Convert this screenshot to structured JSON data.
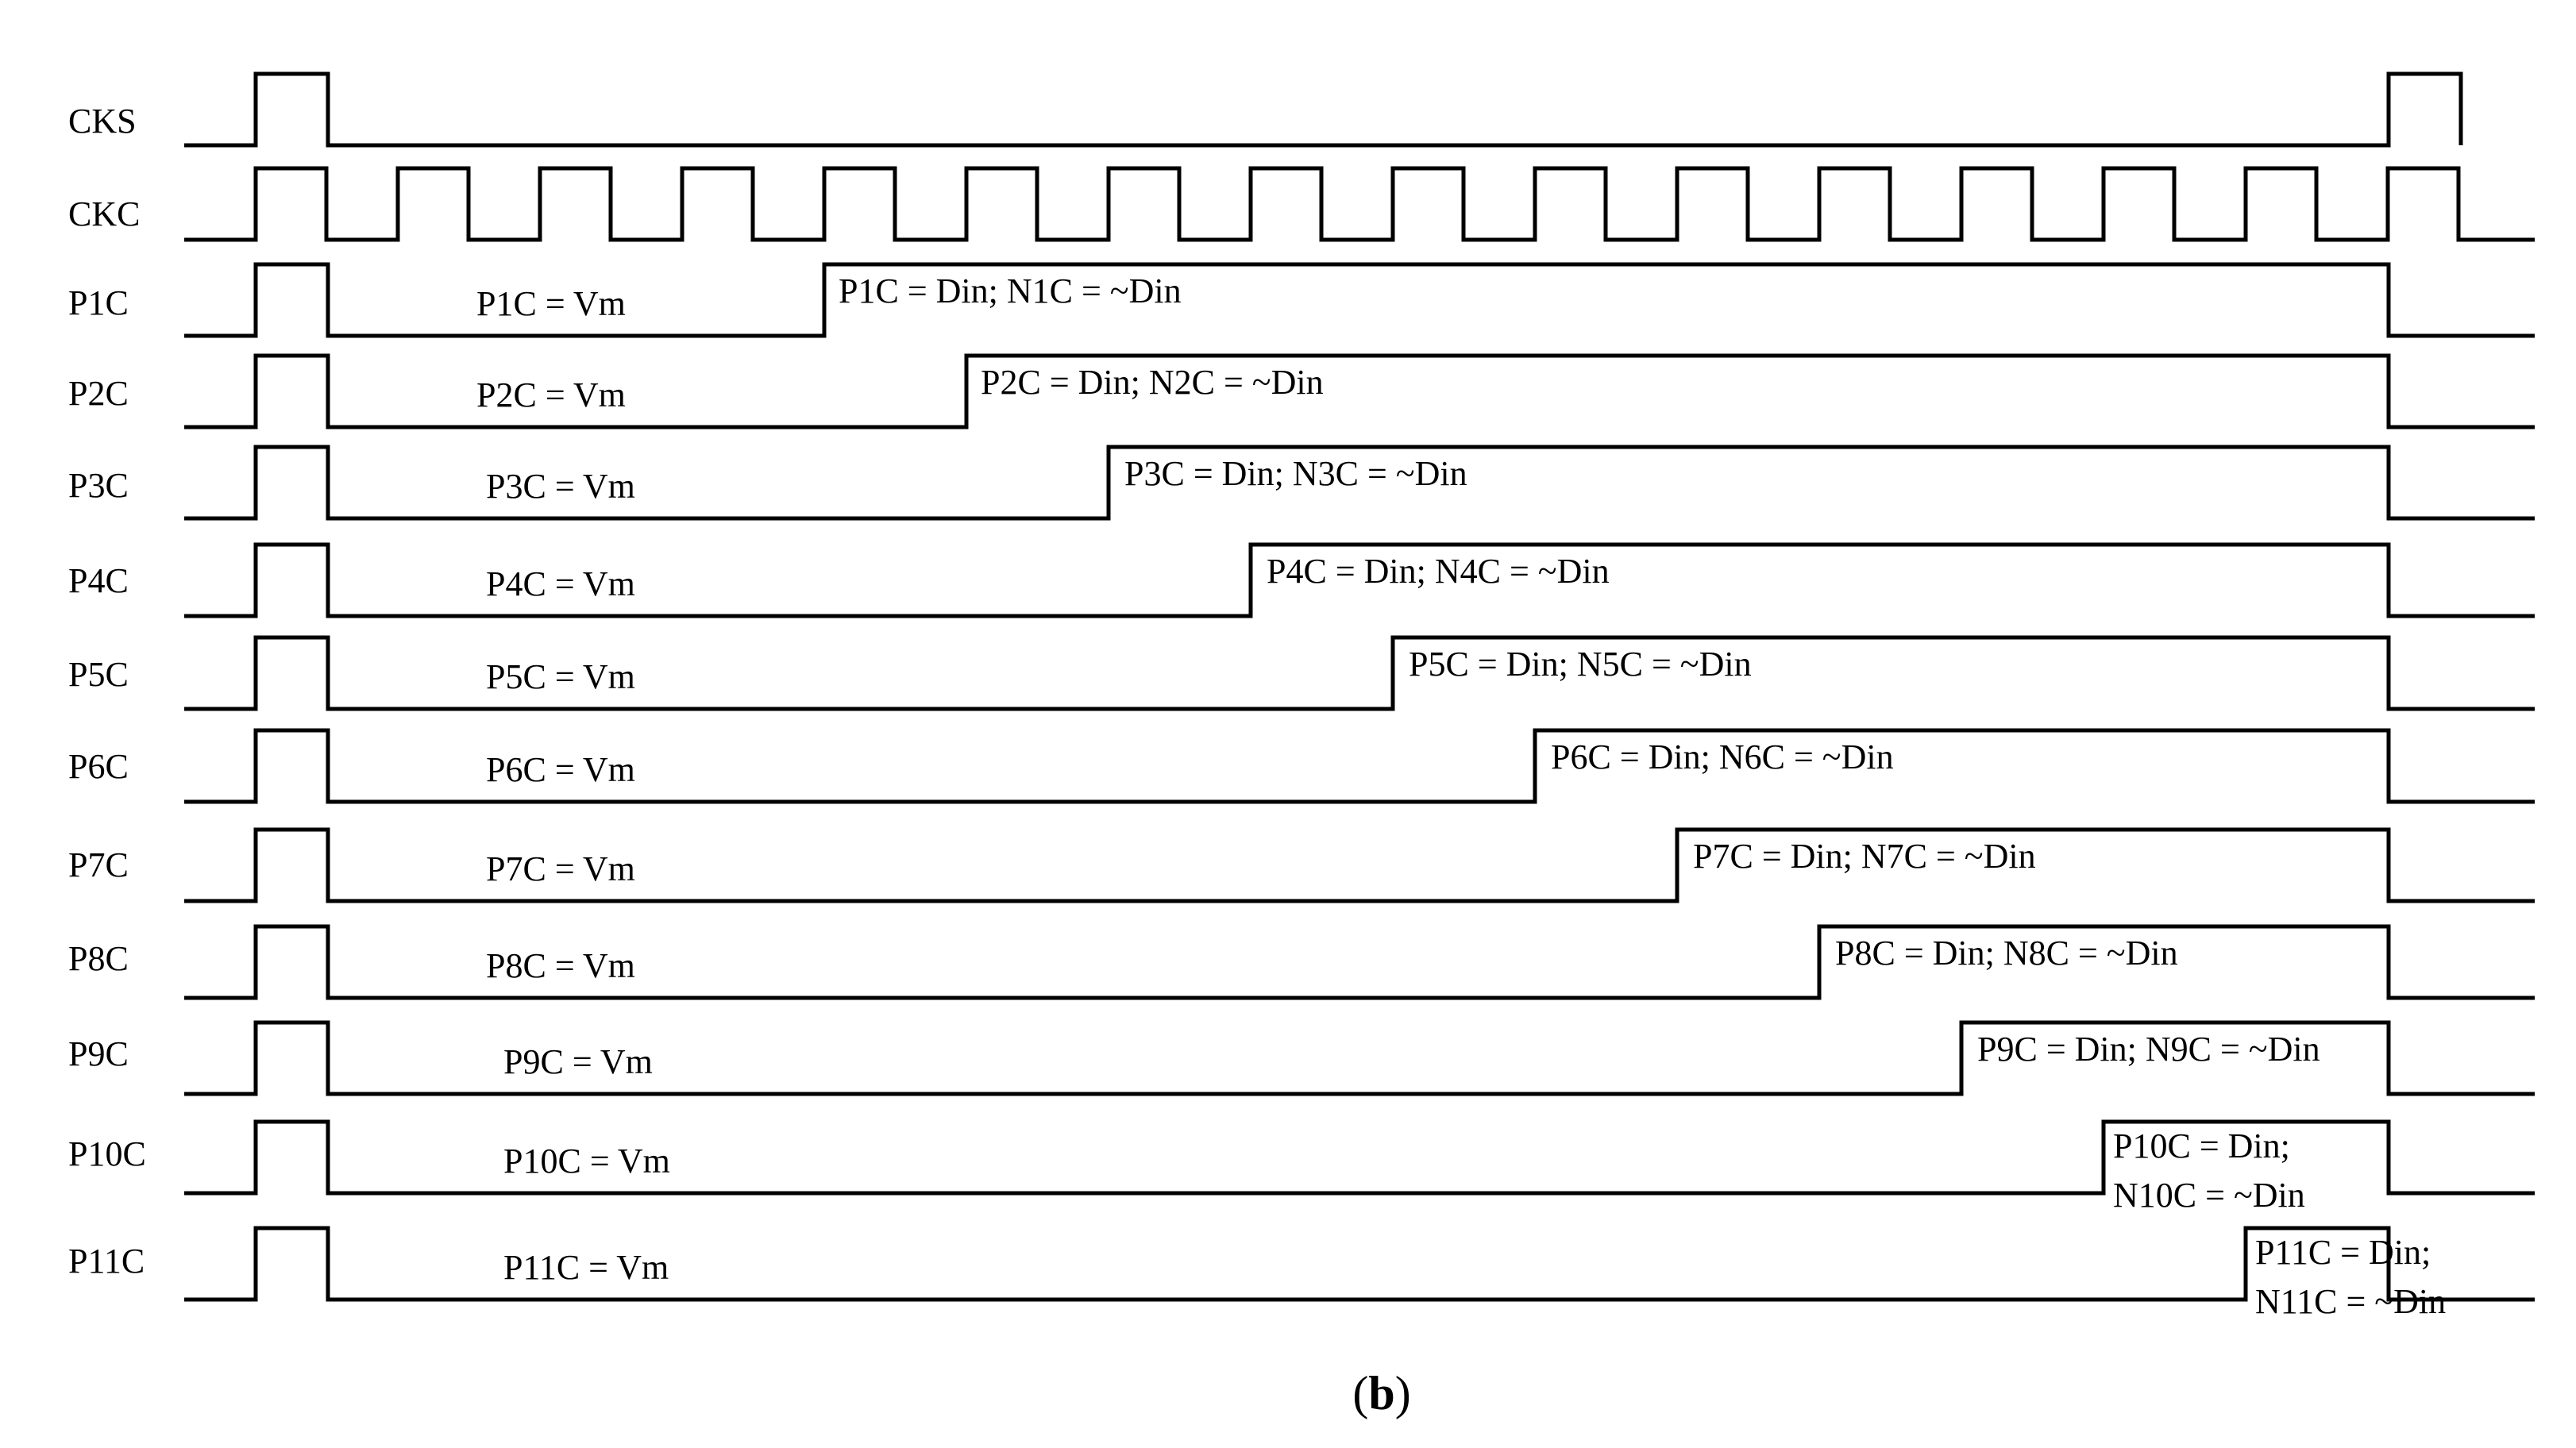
{
  "caption": {
    "open": "(",
    "letter": "b",
    "close": ")"
  },
  "clock_signals": [
    {
      "name": "CKS"
    },
    {
      "name": "CKC"
    }
  ],
  "stage_signals": [
    {
      "name": "P1C",
      "before": "P1C = Vm",
      "after": [
        "P1C = Din; N1C = ~Din"
      ]
    },
    {
      "name": "P2C",
      "before": "P2C = Vm",
      "after": [
        "P2C = Din; N2C = ~Din"
      ]
    },
    {
      "name": "P3C",
      "before": "P3C = Vm",
      "after": [
        "P3C = Din; N3C = ~Din"
      ]
    },
    {
      "name": "P4C",
      "before": "P4C = Vm",
      "after": [
        "P4C = Din; N4C = ~Din"
      ]
    },
    {
      "name": "P5C",
      "before": "P5C = Vm",
      "after": [
        "P5C = Din; N5C = ~Din"
      ]
    },
    {
      "name": "P6C",
      "before": "P6C = Vm",
      "after": [
        "P6C = Din; N6C = ~Din"
      ]
    },
    {
      "name": "P7C",
      "before": "P7C = Vm",
      "after": [
        "P7C = Din; N7C = ~Din"
      ]
    },
    {
      "name": "P8C",
      "before": "P8C = Vm",
      "after": [
        "P8C = Din; N8C = ~Din"
      ]
    },
    {
      "name": "P9C",
      "before": "P9C = Vm",
      "after": [
        "P9C = Din; N9C = ~Din"
      ]
    },
    {
      "name": "P10C",
      "before": "P10C = Vm",
      "after": [
        "P10C = Din;",
        "N10C = ~Din"
      ]
    },
    {
      "name": "P11C",
      "before": "P11C = Vm",
      "after": [
        "P11C = Din;",
        "N11C = ~Din"
      ]
    }
  ]
}
